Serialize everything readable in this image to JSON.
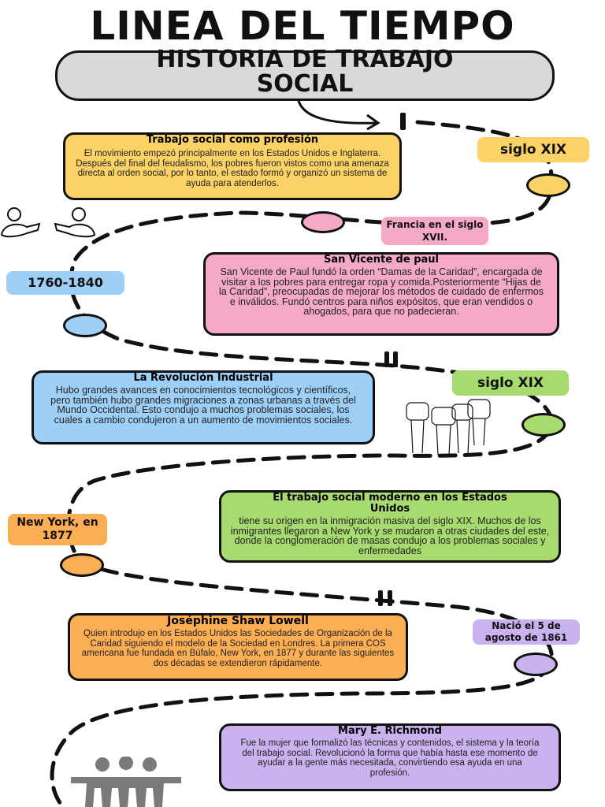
{
  "header": {
    "title": "LINEA DEL TIEMPO",
    "subtitle_line1": "HISTORIA DE TRABAJO",
    "subtitle_line2": "SOCIAL"
  },
  "colors": {
    "yellow": "#fbd265",
    "pink": "#f4aac7",
    "blue": "#9ed0f7",
    "green": "#a8db6f",
    "orange": "#fbae53",
    "purple": "#c9b2ee"
  },
  "events": [
    {
      "title": "Trabajo social como profesión",
      "text": "El movimiento empezó principalmente en los Estados Unidos e Inglaterra. Después del final del feudalismo, los pobres fueron vistos como una amenaza directa al orden social, por lo tanto, el estado formó y organizó un sistema de ayuda para atenderlos.",
      "tag": "siglo XIX"
    },
    {
      "title": "San Vicente de paul",
      "text": "San Vicente de Paul fundó la orden “Damas de la Caridad”, encargada de visitar a los pobres para entregar ropa y comida.Posteriormente “Hijas de la Caridad”, preocupadas de mejorar los métodos de cuidado de enfermos e inválidos. Fundó centros para niños expósitos, que eran vendidos o ahogados, para que no padecieran.",
      "tag": "Francia en el siglo XVII."
    },
    {
      "title": "La Revolución Industrial",
      "text": "Hubo grandes avances en conocimientos tecnológicos y científicos, pero también hubo grandes migraciones a zonas urbanas a través del Mundo Occidental. Esto condujo a muchos problemas sociales, los cuales a cambio condujeron a un aumento de movimientos sociales.",
      "tag": "1760-1840"
    },
    {
      "title": "El trabajo social moderno en los Estados Unidos",
      "text": "tiene su origen en la inmigración masiva del siglo XIX. Muchos de los inmigrantes llegaron a New York y se mudaron a otras ciudades del este, donde la conglomeración de masas condujo a los problemas sociales y enfermedades",
      "tag": "siglo XIX"
    },
    {
      "title": "Joséphine Shaw Lowell",
      "text": "Quien introdujo en los Estados Unidos las Sociedades de Organización de la Caridad siguiendo el modelo de la Sociedad en Londres. La primera COS americana fue fundada en Búfalo, New York, en 1877 y durante las siguientes dos décadas se extendieron rápidamente.",
      "tag": "New York, en 1877"
    },
    {
      "title": "Mary E. Richmond",
      "text": "Fue la mujer que formalizó las técnicas y contenidos, el sistema y la teoría del trabajo social. Revolucionó la forma que había hasta ese momento de ayudar a la gente más necesitada, convirtiendo esa ayuda en una profesión.",
      "tag": "Nació el 5 de agosto de 1861"
    }
  ]
}
